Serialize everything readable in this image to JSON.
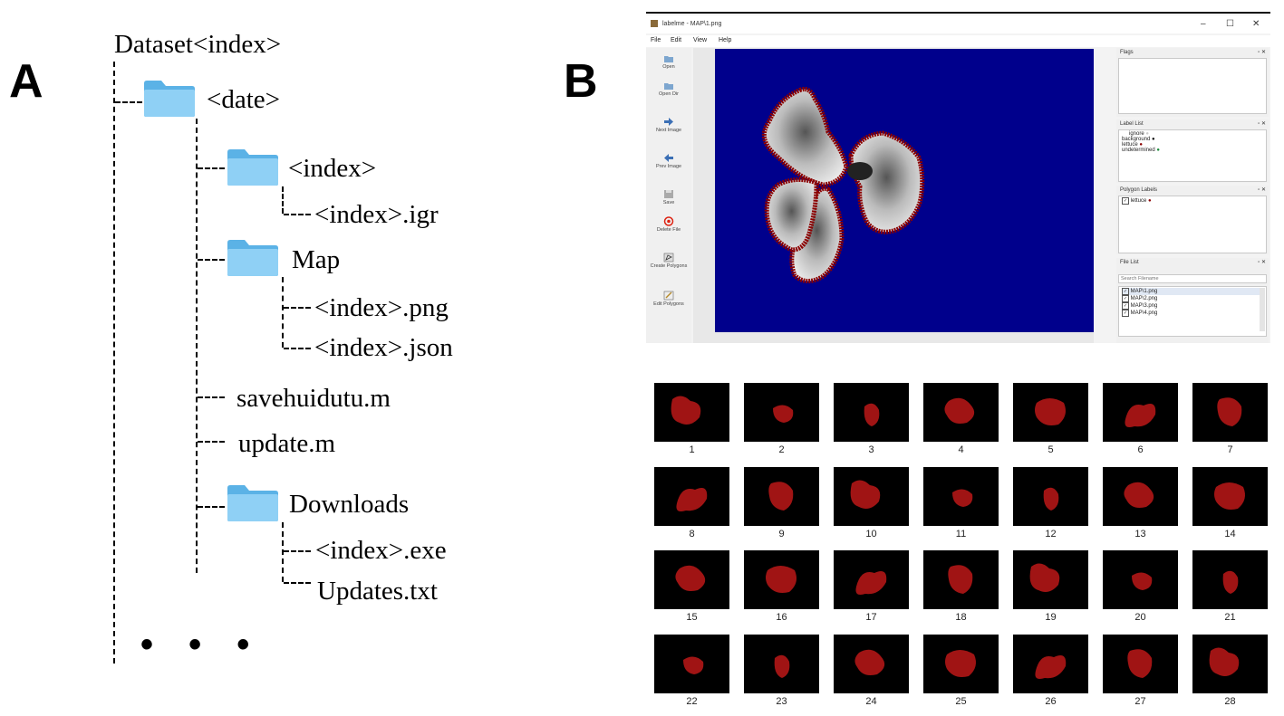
{
  "panels": {
    "a": "A",
    "b": "B"
  },
  "tree": {
    "root": "Dataset<index>",
    "date_folder": "<date>",
    "index_folder": "<index>",
    "index_file": "<index>.igr",
    "map_folder": "Map",
    "map_png": "<index>.png",
    "map_json": "<index>.json",
    "script1": "savehuidutu.m",
    "script2": "update.m",
    "downloads_folder": "Downloads",
    "exe_file": "<index>.exe",
    "updates_file": "Updates.txt",
    "ellipsis": "• • •"
  },
  "labelme": {
    "title": "labelme - MAP\\1.png",
    "window_buttons": {
      "minimize": "–",
      "maximize": "☐",
      "close": "✕"
    },
    "menu": [
      "File",
      "Edit",
      "View",
      "Help"
    ],
    "toolbar": [
      {
        "label": "Open",
        "icon": "folder-open-icon"
      },
      {
        "label": "Open Dir",
        "icon": "folder-dir-icon"
      },
      {
        "label": "Next Image",
        "icon": "arrow-right-icon"
      },
      {
        "label": "Prev Image",
        "icon": "arrow-left-icon"
      },
      {
        "label": "Save",
        "icon": "save-icon"
      },
      {
        "label": "Delete File",
        "icon": "delete-icon"
      },
      {
        "label": "Create Polygons",
        "icon": "create-polygon-icon"
      },
      {
        "label": "Edit Polygons",
        "icon": "edit-polygon-icon"
      }
    ],
    "docks": {
      "flags": {
        "title": "Flags"
      },
      "label_list": {
        "title": "Label List",
        "items": [
          {
            "text": "ignore",
            "color": "#cccccc"
          },
          {
            "text": "background",
            "color": "#111111"
          },
          {
            "text": "lettuce",
            "color": "#8b0000"
          },
          {
            "text": "undetermined",
            "color": "#1a8a3a"
          }
        ]
      },
      "polygon_labels": {
        "title": "Polygon Labels",
        "items": [
          {
            "text": "lettuce",
            "color": "#8b0000",
            "checked": true
          }
        ]
      },
      "file_list": {
        "title": "File List",
        "search_placeholder": "Search Filename",
        "files": [
          "MAP\\1.png",
          "MAP\\2.png",
          "MAP\\3.png",
          "MAP\\4.png"
        ]
      }
    },
    "canvas_bg": "#00008c",
    "outline_color": "#8b0000"
  },
  "thumbnails": [
    "1",
    "2",
    "3",
    "4",
    "5",
    "6",
    "7",
    "8",
    "9",
    "10",
    "11",
    "12",
    "13",
    "14",
    "15",
    "16",
    "17",
    "18",
    "19",
    "20",
    "21",
    "22",
    "23",
    "24",
    "25",
    "26",
    "27",
    "28"
  ],
  "colors": {
    "folder": "#7cc6f2",
    "folder_dark": "#5bb2e6",
    "blob": "#a01414"
  }
}
